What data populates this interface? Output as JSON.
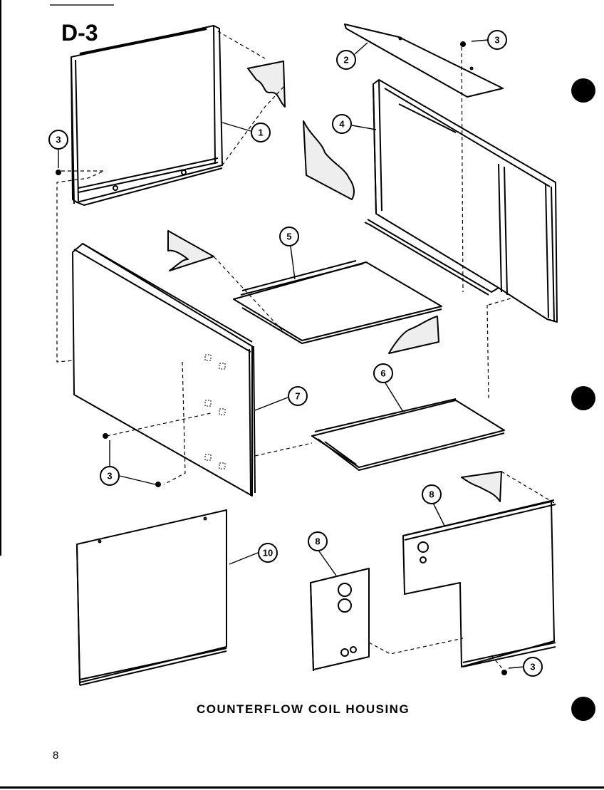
{
  "page_code": "D-3",
  "caption": "COUNTERFLOW COIL HOUSING",
  "page_number": "8",
  "callouts": [
    {
      "label": "1"
    },
    {
      "label": "2"
    },
    {
      "label": "3"
    },
    {
      "label": "4"
    },
    {
      "label": "3"
    },
    {
      "label": "5"
    },
    {
      "label": "7"
    },
    {
      "label": "6"
    },
    {
      "label": "3"
    },
    {
      "label": "8"
    },
    {
      "label": "10"
    },
    {
      "label": "8"
    },
    {
      "label": "3"
    }
  ]
}
